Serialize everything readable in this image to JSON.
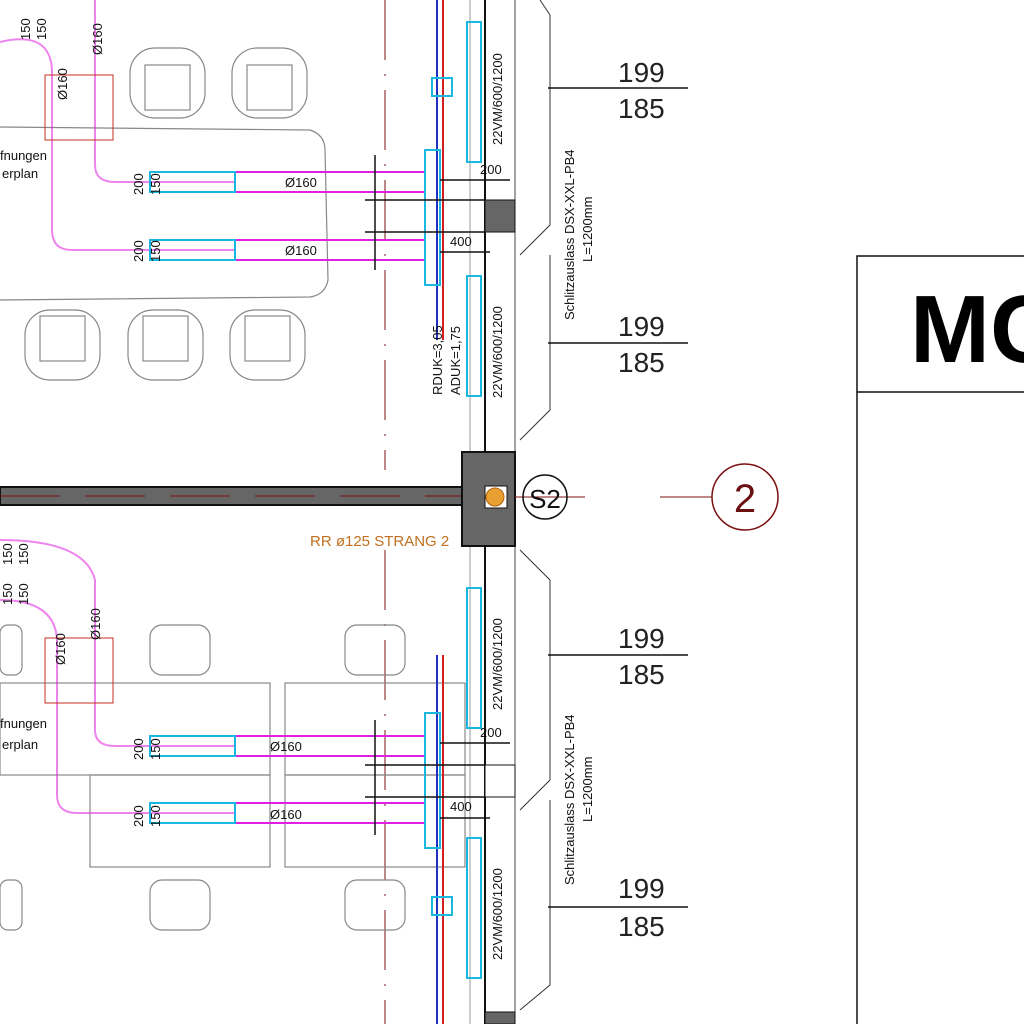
{
  "colors": {
    "duct": "#e020e0",
    "outlet": "#1ab8e0",
    "axis": "#7a1010",
    "wall": "#666666",
    "strang": "#c07020"
  },
  "upper": {
    "riser_dims": [
      "150",
      "150"
    ],
    "riser_dias": [
      "Ø160",
      "Ø160"
    ],
    "note_lines": [
      "fnungen",
      "erplan"
    ],
    "branch1": {
      "dims": [
        "200",
        "150"
      ],
      "dia": "Ø160"
    },
    "branch2": {
      "dims": [
        "200",
        "150"
      ],
      "dia": "Ø160"
    },
    "dim_200": "200",
    "dim_400": "400",
    "rduk": "RDUK=3,05",
    "aduk": "ADUK=1,75",
    "radiator1": "22VM/600/1200",
    "radiator2": "22VM/600/1200",
    "outlet_type": "Schlitzauslass DSX-XXL-PB4",
    "outlet_length": "L=1200mm",
    "levels1": [
      "199",
      "185"
    ],
    "levels2": [
      "199",
      "185"
    ]
  },
  "shaft": {
    "label": "S2",
    "axis": "2",
    "strang": "RR ø125 STRANG 2"
  },
  "lower": {
    "riser_dims": [
      "150",
      "150",
      "150",
      "150"
    ],
    "riser_dias": [
      "Ø160",
      "Ø160"
    ],
    "note_lines": [
      "fnungen",
      "erplan"
    ],
    "branch1": {
      "dims": [
        "200",
        "150"
      ],
      "dia": "Ø160"
    },
    "branch2": {
      "dims": [
        "200",
        "150"
      ],
      "dia": "Ø160"
    },
    "dim_200": "200",
    "dim_400": "400",
    "radiator1": "22VM/600/1200",
    "radiator2": "22VM/600/1200",
    "outlet_type": "Schlitzauslass DSX-XXL-PB4",
    "outlet_length": "L=1200mm",
    "levels1": [
      "199",
      "185"
    ],
    "levels2": [
      "199",
      "185"
    ]
  },
  "title_block": {
    "title": "MC"
  }
}
